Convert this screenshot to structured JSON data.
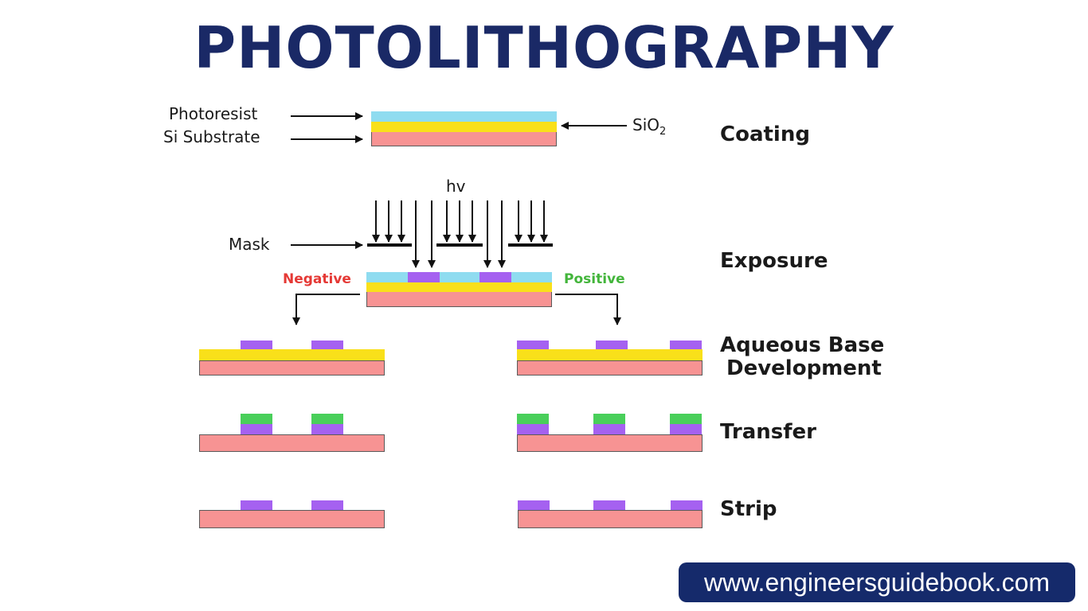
{
  "title": "PHOTOLITHOGRAPHY",
  "labels": {
    "photoresist": "Photoresist",
    "si_substrate": "Si Substrate",
    "sio2_base": "SiO",
    "sio2_sub": "2",
    "hv": "hv",
    "mask": "Mask",
    "negative": "Negative",
    "positive": "Positive"
  },
  "steps": {
    "coating": "Coating",
    "exposure": "Exposure",
    "development_line1": "Aqueous Base",
    "development_line2": "Development",
    "transfer": "Transfer",
    "strip": "Strip"
  },
  "website": "www.engineersguidebook.com",
  "colors": {
    "title": "#1a2966",
    "substrate": "#f79393",
    "oxide": "#f9e01a",
    "photoresist": "#8fdcf0",
    "exposed_resist": "#a561f0",
    "transfer_top": "#49cf5a",
    "negative_label": "#e53935",
    "positive_label": "#43b53b",
    "website_bg": "#152a6b"
  }
}
